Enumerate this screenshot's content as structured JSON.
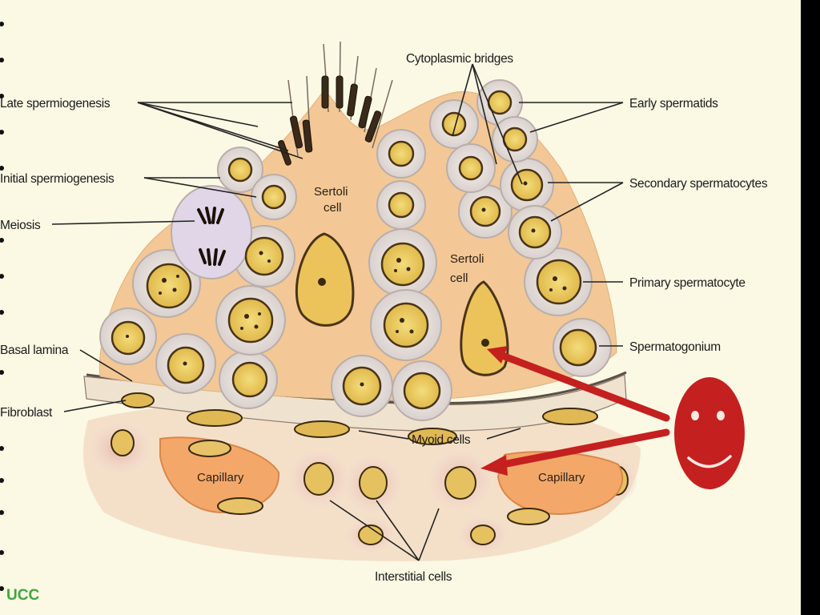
{
  "labels": {
    "late_spermiogenesis": "Late spermiogenesis",
    "initial_spermiogenesis": "Initial spermiogenesis",
    "meiosis": "Meiosis",
    "basal_lamina": "Basal lamina",
    "fibroblast": "Fibroblast",
    "cytoplasmic_bridges": "Cytoplasmic bridges",
    "early_spermatids": "Early spermatids",
    "secondary_spermatocytes": "Secondary spermatocytes",
    "primary_spermatocyte": "Primary spermatocyte",
    "spermatogonium": "Spermatogonium",
    "sertoli_left_1": "Sertoli",
    "sertoli_left_2": "cell",
    "sertoli_right_1": "Sertoli",
    "sertoli_right_2": "cell",
    "myoid_cells": "Myoid cells",
    "capillary_left": "Capillary",
    "capillary_right": "Capillary",
    "interstitial_cells": "Interstitial cells"
  },
  "watermark": "UCC",
  "colors": {
    "background": "#fbf8e4",
    "sertoli": "#f3c896",
    "nucleus": "#f0d36a",
    "capillary": "#f3a86a",
    "arrow": "#c4201f",
    "smiley": "#c4201f",
    "watermark": "#3fa83a"
  },
  "icons": {
    "smiley": "smiley-face-icon"
  }
}
